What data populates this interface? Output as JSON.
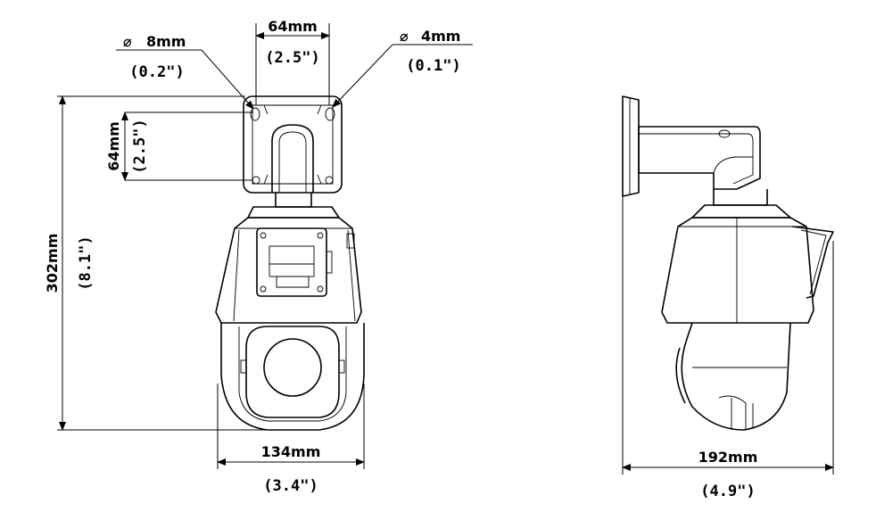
{
  "front_view": {
    "bracket_width": {
      "mm": "64mm",
      "in": "(2.5\")"
    },
    "hole_large": {
      "symbol": "⌀",
      "mm": "8mm",
      "in": "(0.2\")"
    },
    "hole_small": {
      "symbol": "⌀",
      "mm": "4mm",
      "in": "(0.1\")"
    },
    "bracket_height": {
      "mm": "64mm",
      "in": "(2.5\")"
    },
    "total_height": {
      "mm": "302mm",
      "in": "(8.1\")"
    },
    "width": {
      "mm": "134mm",
      "in": "(3.4\")"
    }
  },
  "side_view": {
    "depth": {
      "mm": "192mm",
      "in": "(4.9\")"
    }
  }
}
